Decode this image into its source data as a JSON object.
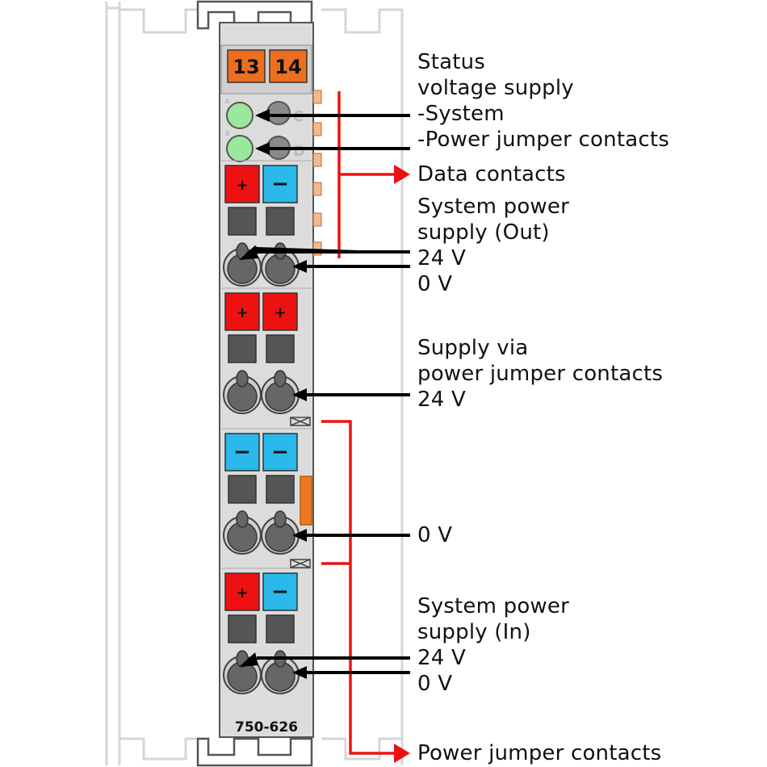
{
  "terminal": {
    "model": "750-626",
    "terminal_numbers": [
      "13",
      "14"
    ],
    "led_letters": [
      "A",
      "B",
      "C",
      "D"
    ],
    "rows": [
      {
        "left": "+",
        "right": "−"
      },
      {
        "left": "+",
        "right": "+"
      },
      {
        "left": "−",
        "right": "−"
      },
      {
        "left": "+",
        "right": "−"
      }
    ]
  },
  "labels": {
    "status": [
      "Status",
      "voltage supply",
      "-System",
      "-Power jumper contacts"
    ],
    "data_contacts": "Data contacts",
    "out": [
      "System power",
      "supply (Out)",
      "24 V",
      "0 V"
    ],
    "via": [
      "Supply via",
      "power jumper contacts",
      "24 V"
    ],
    "zero": "0 V",
    "in": [
      "System power",
      "supply (In)",
      "24 V",
      "0 V"
    ],
    "power_jumper": "Power jumper contacts"
  },
  "colors": {
    "orange": "#ee6e1f",
    "red": "#ee1111",
    "blue": "#29b9ea",
    "led_green": "#9ae89c",
    "housing": "#dcdcdc",
    "arrow": "#000000",
    "bracket": "#ee1111"
  }
}
